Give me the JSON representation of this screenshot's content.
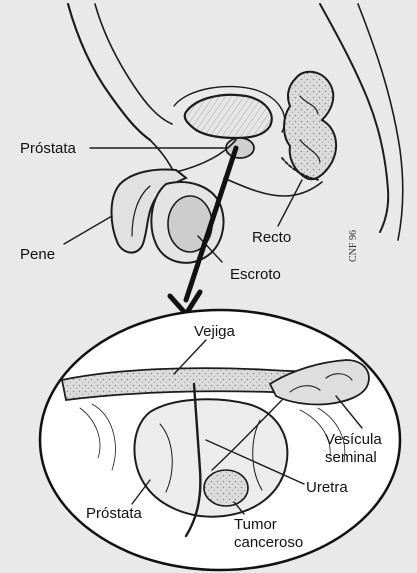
{
  "colors": {
    "background": "#e9e9e9",
    "ink": "#1c1c1c",
    "tissue_fill": "#c9c9c9",
    "organ_fill": "#d8d8d8",
    "oval_fill": "#ffffff"
  },
  "upper_diagram": {
    "labels": {
      "prostate": "Próstata",
      "penis": "Pene",
      "rectum": "Recto",
      "scrotum": "Escroto"
    }
  },
  "magnified_view": {
    "labels": {
      "bladder": "Vejiga",
      "seminal_vesicle_line1": "Vesícula",
      "seminal_vesicle_line2": "seminal",
      "urethra": "Uretra",
      "prostate": "Próstata",
      "tumor_line1": "Tumor",
      "tumor_line2": "canceroso"
    }
  }
}
